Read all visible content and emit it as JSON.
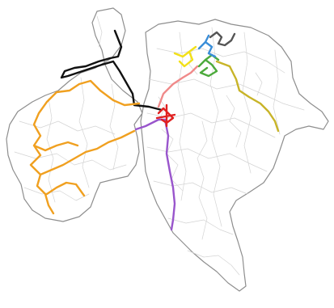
{
  "map": {
    "land_fill": "#ffffff",
    "coast_color": "#8e8e8e",
    "road_color": "#d4d4d4",
    "routes": [
      {
        "id": "black",
        "color": "#111111"
      },
      {
        "id": "orange",
        "color": "#f0a020"
      },
      {
        "id": "purple",
        "color": "#9955cc"
      },
      {
        "id": "red",
        "color": "#e02020"
      },
      {
        "id": "pink",
        "color": "#f08a8a"
      },
      {
        "id": "olive",
        "color": "#c8b428"
      },
      {
        "id": "yellow",
        "color": "#f2e018"
      },
      {
        "id": "green",
        "color": "#4caa3c"
      },
      {
        "id": "blue",
        "color": "#3a8ed8"
      },
      {
        "id": "darkgray",
        "color": "#555555"
      }
    ]
  }
}
